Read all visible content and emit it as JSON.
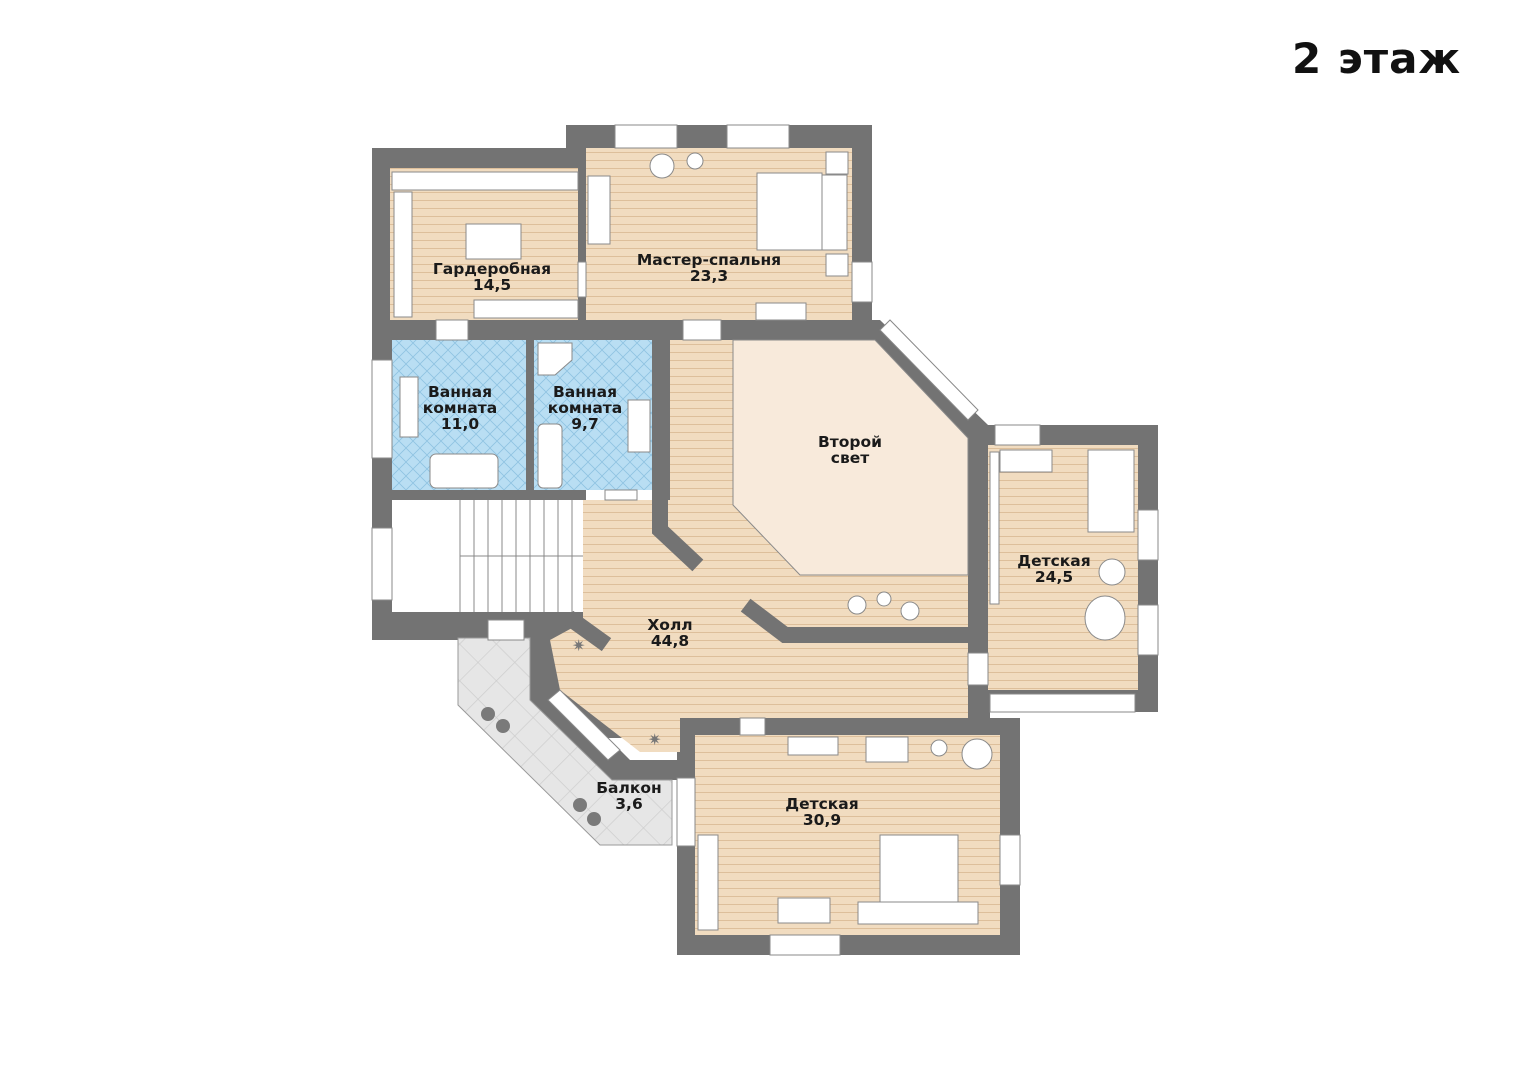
{
  "title": "2 этаж",
  "colors": {
    "wall": "#737373",
    "wood": "#f1dcc0",
    "tile": "#b9def3",
    "second_light": "#f8eadb",
    "balcony": "#e4e4e4"
  },
  "rooms": [
    {
      "name": "Гардеробная",
      "area": "14,5"
    },
    {
      "name": "Мастер-спальня",
      "area": "23,3"
    },
    {
      "name": "Ванная",
      "name2": "комната",
      "area": "11,0"
    },
    {
      "name": "Ванная",
      "name2": "комната",
      "area": "9,7"
    },
    {
      "name": "Второй",
      "name2": "свет"
    },
    {
      "name": "Детская",
      "area": "24,5"
    },
    {
      "name": "Холл",
      "area": "44,8"
    },
    {
      "name": "Балкон",
      "area": "3,6"
    },
    {
      "name": "Детская",
      "area": "30,9"
    }
  ]
}
